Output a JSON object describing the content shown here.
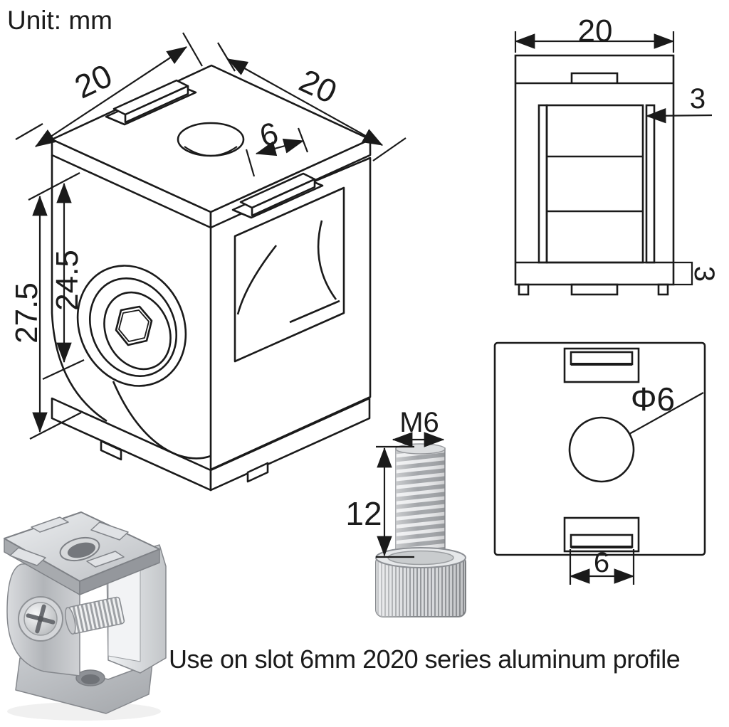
{
  "unit_label": "Unit: mm",
  "caption": "Use on slot 6mm 2020 series aluminum profile",
  "views": {
    "isometric": {
      "description": "isometric line drawing of 2020 hinge connector",
      "dims": {
        "top_left_edge": "20",
        "top_right_edge": "20",
        "slot_width": "6",
        "total_height": "27.5",
        "body_height": "24.5"
      }
    },
    "front": {
      "description": "front orthographic view",
      "dims": {
        "width": "20",
        "wall_thickness": "3",
        "base_thickness": "3"
      }
    },
    "top": {
      "description": "top orthographic view",
      "dims": {
        "hole_diameter": "Φ6",
        "tab_width": "6"
      }
    },
    "screw": {
      "description": "M6 socket head cap screw",
      "dims": {
        "thread": "M6",
        "length": "12"
      }
    }
  },
  "colors": {
    "ink": "#1a1a1a",
    "background": "#ffffff",
    "metal_light": "#eceef0",
    "metal_mid": "#b9bcc0",
    "metal_dark": "#888b90"
  }
}
